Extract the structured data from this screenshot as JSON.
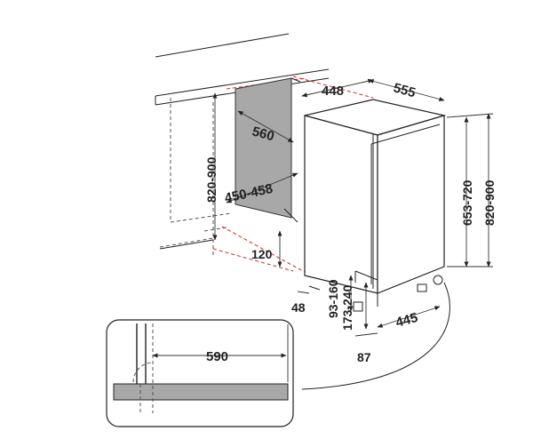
{
  "dimensions": {
    "cabinet_depth": "560",
    "niche_width": "450-458",
    "niche_height": "820-900",
    "appliance_width": "448",
    "appliance_depth": "555",
    "appliance_height_inner": "653-720",
    "appliance_height_outer": "820-900",
    "plinth_height": "120",
    "plinth_offset": "48",
    "foot_height_a": "93-160",
    "foot_height_b": "173-240",
    "base_depth": "445",
    "toe_kick": "87",
    "door_clearance": "590"
  }
}
